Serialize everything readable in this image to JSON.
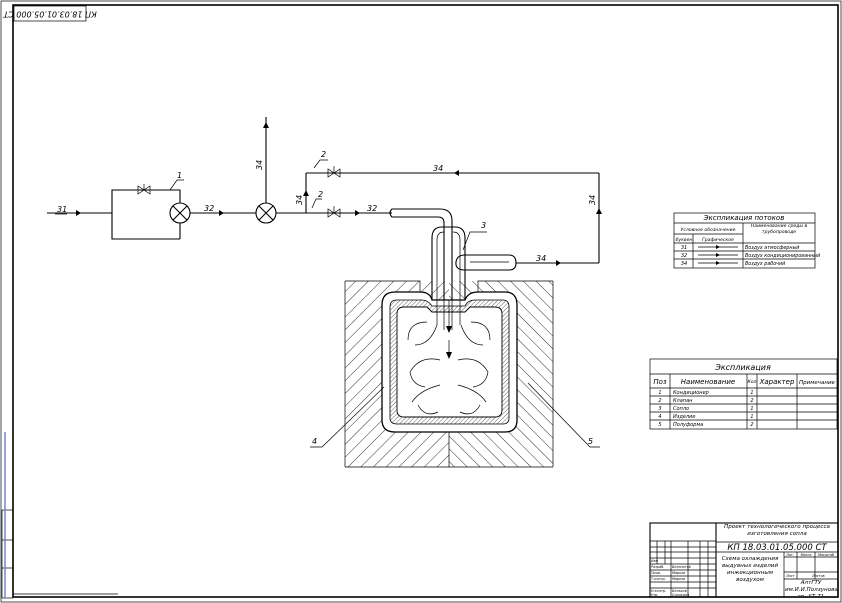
{
  "stamp": {
    "code_rotated": "КП 18.03.01.05.000 СТ"
  },
  "flow_labels": {
    "inlet_31": "31",
    "l32a": "32",
    "l32b": "32",
    "l34_vert": "34",
    "l34_mid": "34",
    "l34_top": "34",
    "l34_right": "34",
    "l34_bottom": "34"
  },
  "callouts": {
    "c1": "1",
    "c2a": "2",
    "c2b": "2",
    "c3": "3",
    "c4": "4",
    "c5": "5"
  },
  "flow_legend": {
    "title": "Экспликация потоков",
    "col_symbol": "Условное обозначение",
    "col_letter": "буквен",
    "col_graphic": "Графическое",
    "col_name": "Наименование среды в трубопроводе",
    "rows": [
      {
        "code": "31",
        "name": "Воздух атмосферный"
      },
      {
        "code": "32",
        "name": "Воздух кондиционированный"
      },
      {
        "code": "34",
        "name": "Воздух рабочий"
      }
    ]
  },
  "explication": {
    "title": "Экспликация",
    "headers": {
      "pos": "Поз",
      "name": "Наименование",
      "qty": "Кол",
      "char": "Характер",
      "note": "Примечание"
    },
    "rows": [
      {
        "pos": "1",
        "name": "Кондиционер",
        "qty": "1"
      },
      {
        "pos": "2",
        "name": "Клапан",
        "qty": "2"
      },
      {
        "pos": "3",
        "name": "Сопло",
        "qty": "1"
      },
      {
        "pos": "4",
        "name": "Изделие",
        "qty": "1"
      },
      {
        "pos": "5",
        "name": "Полуформа",
        "qty": "2"
      }
    ]
  },
  "title_block": {
    "project": "Проект технологического процесса изготовления сопла",
    "doc_code": "КП 18.03.01.05.000 СТ",
    "drawing_name": "Схема охлаждения выдувных изделий инжекционным воздухом",
    "org": "АлтГТУ им.И.И.Ползунова гр. ХТ-71",
    "col_lit": "Лит.",
    "col_mass": "Масса",
    "col_scale": "Масштаб",
    "sheet": "Лист",
    "sheets": "Листов",
    "rows": [
      "Изм",
      "Разраб.",
      "Пров.",
      "Т.контр.",
      "Н.контр.",
      "Утв."
    ],
    "names": [
      "Белоногов",
      "Марков",
      "Марков",
      "Бельков",
      "Сорокина"
    ]
  }
}
